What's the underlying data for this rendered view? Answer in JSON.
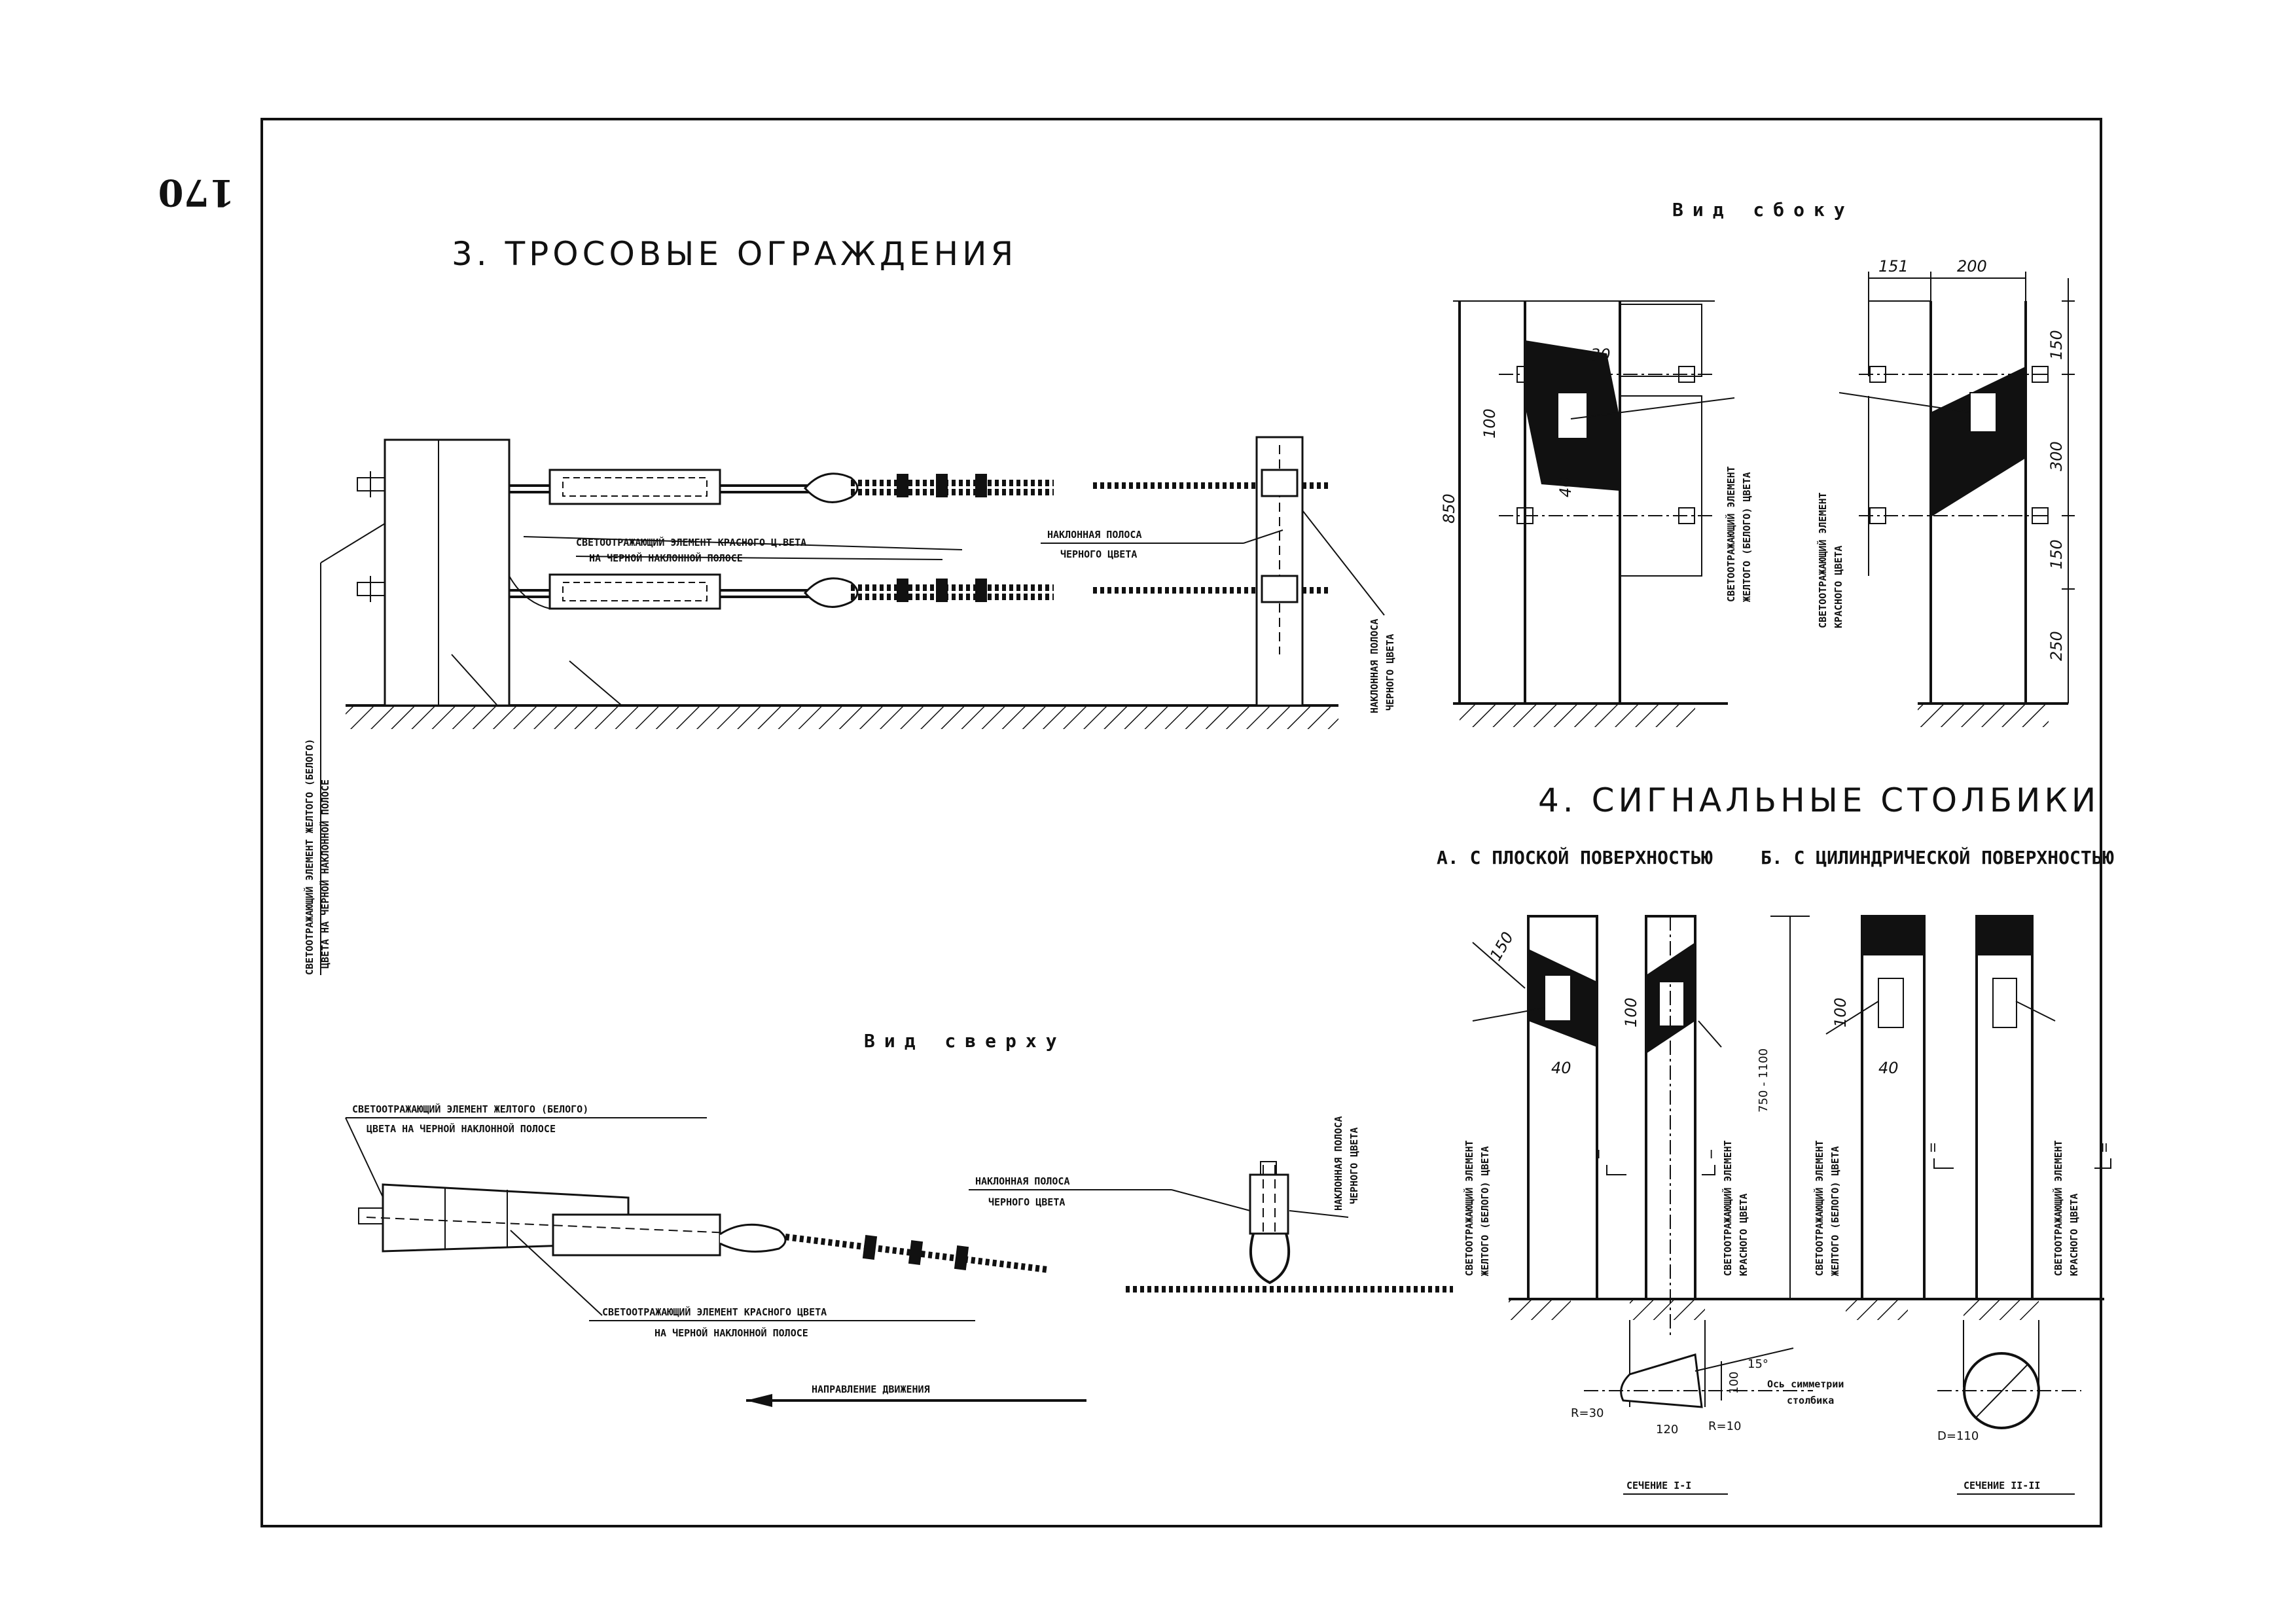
{
  "page_number": "170",
  "section3": {
    "title": "3. ТРОСОВЫЕ ОГРАЖДЕНИЯ",
    "front_labels": {
      "red_element_line1": "СВЕТООТРАЖАЮЩИЙ ЭЛЕМЕНТ КРАСНОГО Ц.ВЕТА",
      "red_element_line2": "НА ЧЕРНОЙ НАКЛОННОЙ ПОЛОСЕ",
      "stripe_line1": "НАКЛОННАЯ ПОЛОСА",
      "stripe_line2": "ЧЕРНОГО ЦВЕТА",
      "left_vertical_line1": "СВЕТООТРАЖАЮЩИЙ ЭЛЕМЕНТ ЖЕЛТОГО (БЕЛОГО)",
      "left_vertical_line2": "ЦВЕТА НА ЧЕРНОЙ НАКЛОННОЙ ПОЛОСЕ",
      "right_vertical_line1": "НАКЛОННАЯ ПОЛОСА",
      "right_vertical_line2": "ЧЕРНОГО ЦВЕТА"
    },
    "top_view": {
      "title": "Вид сверху",
      "yellow_line1": "СВЕТООТРАЖАЮЩИЙ ЭЛЕМЕНТ ЖЕЛТОГО (БЕЛОГО)",
      "yellow_line2": "ЦВЕТА НА ЧЕРНОЙ НАКЛОННОЙ ПОЛОСЕ",
      "red_line1": "СВЕТООТРАЖАЮЩИЙ ЭЛЕМЕНТ КРАСНОГО ЦВЕТА",
      "red_line2": "НА ЧЕРНОЙ НАКЛОННОЙ ПОЛОСЕ",
      "stripe_line1": "НАКЛОННАЯ ПОЛОСА",
      "stripe_line2": "ЧЕРНОГО ЦВЕТА",
      "stripe_v_line1": "НАКЛОННАЯ ПОЛОСА",
      "stripe_v_line2": "ЧЕРНОГО ЦВЕТА",
      "direction": "НАПРАВЛЕНИЕ ДВИЖЕНИЯ"
    },
    "side_view": {
      "title": "Вид сбоку",
      "dim_850": "850",
      "dim_100": "100",
      "dim_30": "30",
      "dim_40": "40",
      "dim_151": "151",
      "dim_200": "200",
      "dim_150a": "150",
      "dim_300": "300",
      "dim_150b": "150",
      "dim_250": "250",
      "left_label_line1": "СВЕТООТРАЖАЮЩИЙ ЭЛЕМЕНТ",
      "left_label_line2": "ЖЕЛТОГО (БЕЛОГО) ЦВЕТА",
      "right_label_line1": "СВЕТООТРАЖАЮЩИЙ ЭЛЕМЕНТ",
      "right_label_line2": "КРАСНОГО ЦВЕТА"
    }
  },
  "section4": {
    "title": "4. СИГНАЛЬНЫЕ СТОЛБИКИ",
    "variant_a": "А. С ПЛОСКОЙ ПОВЕРХНОСТЬЮ",
    "variant_b": "Б. С ЦИЛИНДРИЧЕСКОЙ ПОВЕРХНОСТЬЮ",
    "dim_150": "150",
    "dim_100a": "100",
    "dim_40a": "40",
    "dim_100b": "100",
    "dim_40b": "40",
    "dim_height": "750 - 1100",
    "mark_I": "I",
    "mark_II": "II",
    "post1_line1": "СВЕТООТРАЖАЮЩИЙ ЭЛЕМЕНТ",
    "post1_line2": "ЖЕЛТОГО (БЕЛОГО) ЦВЕТА",
    "post2_line1": "СВЕТООТРАЖАЮЩИЙ ЭЛЕМЕНТ",
    "post2_line2": "КРАСНОГО ЦВЕТА",
    "post3_line1": "СВЕТООТРАЖАЮЩИЙ ЭЛЕМЕНТ",
    "post3_line2": "ЖЕЛТОГО (БЕЛОГО) ЦВЕТА",
    "post4_line1": "СВЕТООТРАЖАЮЩИЙ ЭЛЕМЕНТ",
    "post4_line2": "КРАСНОГО ЦВЕТА",
    "sec1": {
      "r30": "R=30",
      "r10": "R=10",
      "w120": "120",
      "h100": "100",
      "angle": "15°",
      "axis_line1": "Ось симметрии",
      "axis_line2": "столбика",
      "caption": "СЕЧЕНИЕ I-I"
    },
    "sec2": {
      "d110": "D=110",
      "caption": "СЕЧЕНИЕ II-II"
    }
  }
}
